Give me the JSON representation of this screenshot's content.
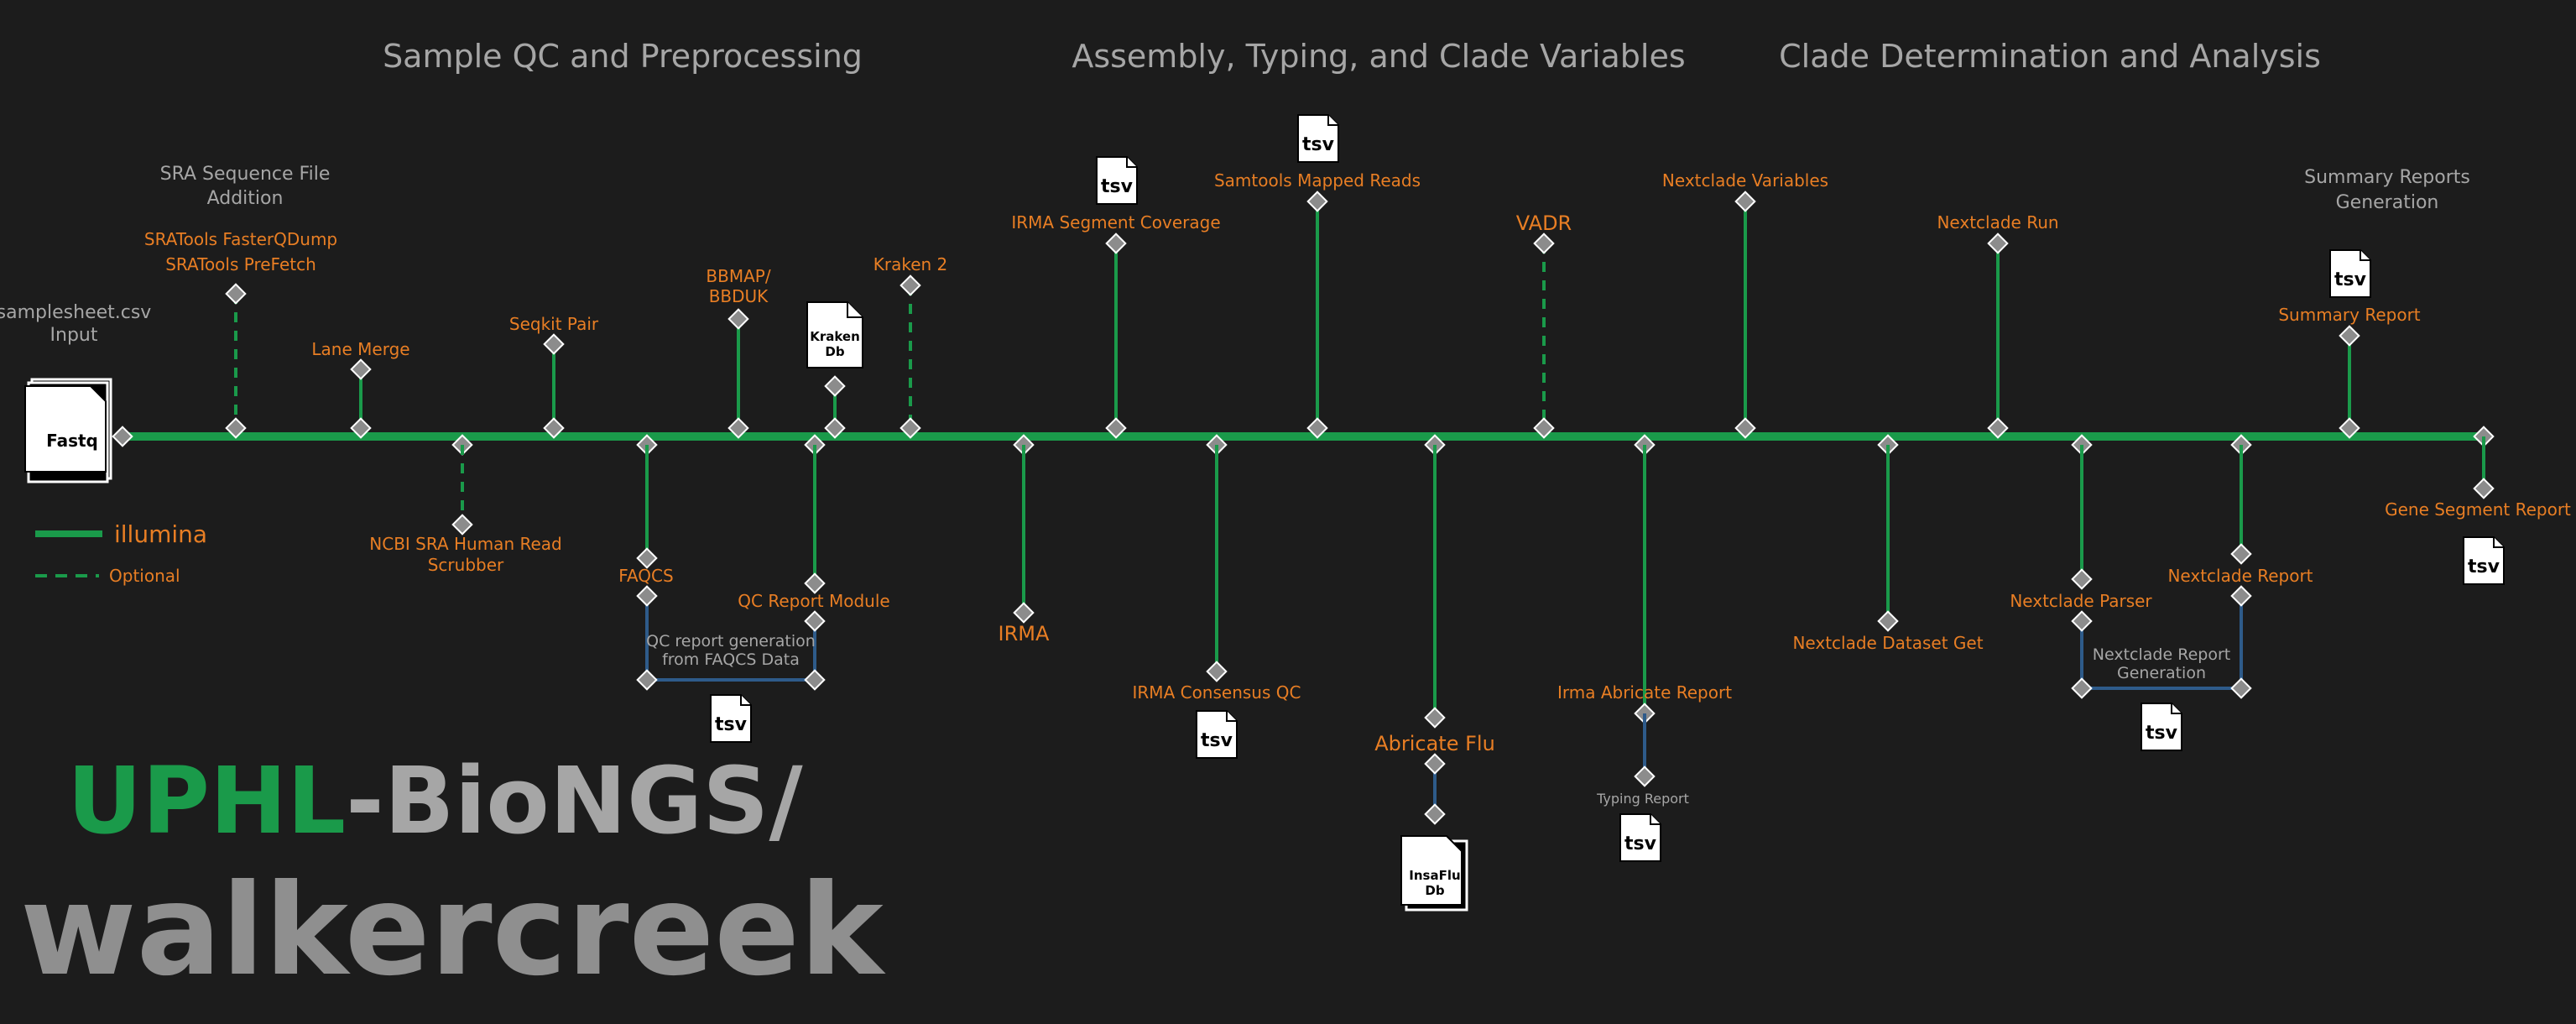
{
  "sections": [
    "Sample QC and Preprocessing",
    "Assembly, Typing, and Clade Variables",
    "Clade Determination and Analysis"
  ],
  "input": {
    "title_lines": [
      "samplesheet.csv",
      "Input"
    ],
    "doc_label": "Fastq"
  },
  "steps_above": {
    "sra_group_title": [
      "SRA Sequence File",
      "Addition"
    ],
    "sra_fasterqdump": "SRATools FasterQDump",
    "sra_prefetch": "SRATools PreFetch",
    "lane_merge": "Lane Merge",
    "seqkit_pair": "Seqkit Pair",
    "bbmap": [
      "BBMAP/",
      "BBDUK"
    ],
    "kraken_db": [
      "Kraken",
      "Db"
    ],
    "kraken2": "Kraken 2",
    "irma_segment_coverage": "IRMA Segment Coverage",
    "samtools_mapped_reads": "Samtools Mapped Reads",
    "vadr": "VADR",
    "nextclade_variables": "Nextclade Variables",
    "nextclade_run": "Nextclade Run",
    "summary_group_title": [
      "Summary Reports",
      "Generation"
    ],
    "summary_report": "Summary Report"
  },
  "steps_below": {
    "ncbi_scrubber": [
      "NCBI SRA Human Read",
      "Scrubber"
    ],
    "faqcs": "FAQCS",
    "qc_report_module": "QC Report Module",
    "qc_box": [
      "QC report generation",
      "from FAQCS Data"
    ],
    "irma": "IRMA",
    "irma_consensus_qc": "IRMA Consensus QC",
    "abricate_flu": "Abricate Flu",
    "insaflu_db": [
      "InsaFlu",
      "Db"
    ],
    "irma_abricate_report": "Irma Abricate Report",
    "typing_report": "Typing Report",
    "nextclade_dataset_get": "Nextclade Dataset Get",
    "nextclade_parser": "Nextclade Parser",
    "nextclade_report": "Nextclade Report",
    "nextclade_box": [
      "Nextclade Report",
      "Generation"
    ],
    "gene_segment_report": "Gene Segment Report"
  },
  "doc_tsv": "tsv",
  "legend": {
    "solid": "illumina",
    "dashed": "Optional"
  },
  "logo": {
    "org": "UPHL",
    "suffix": "-BioNGS/",
    "name": "walkercreek"
  },
  "colors": {
    "background": "#1c1c1c",
    "main_line": "#1a9a4a",
    "sub_line": "#2e5b8a",
    "label_orange": "#e87e24",
    "label_grey": "#a6a6a6"
  }
}
